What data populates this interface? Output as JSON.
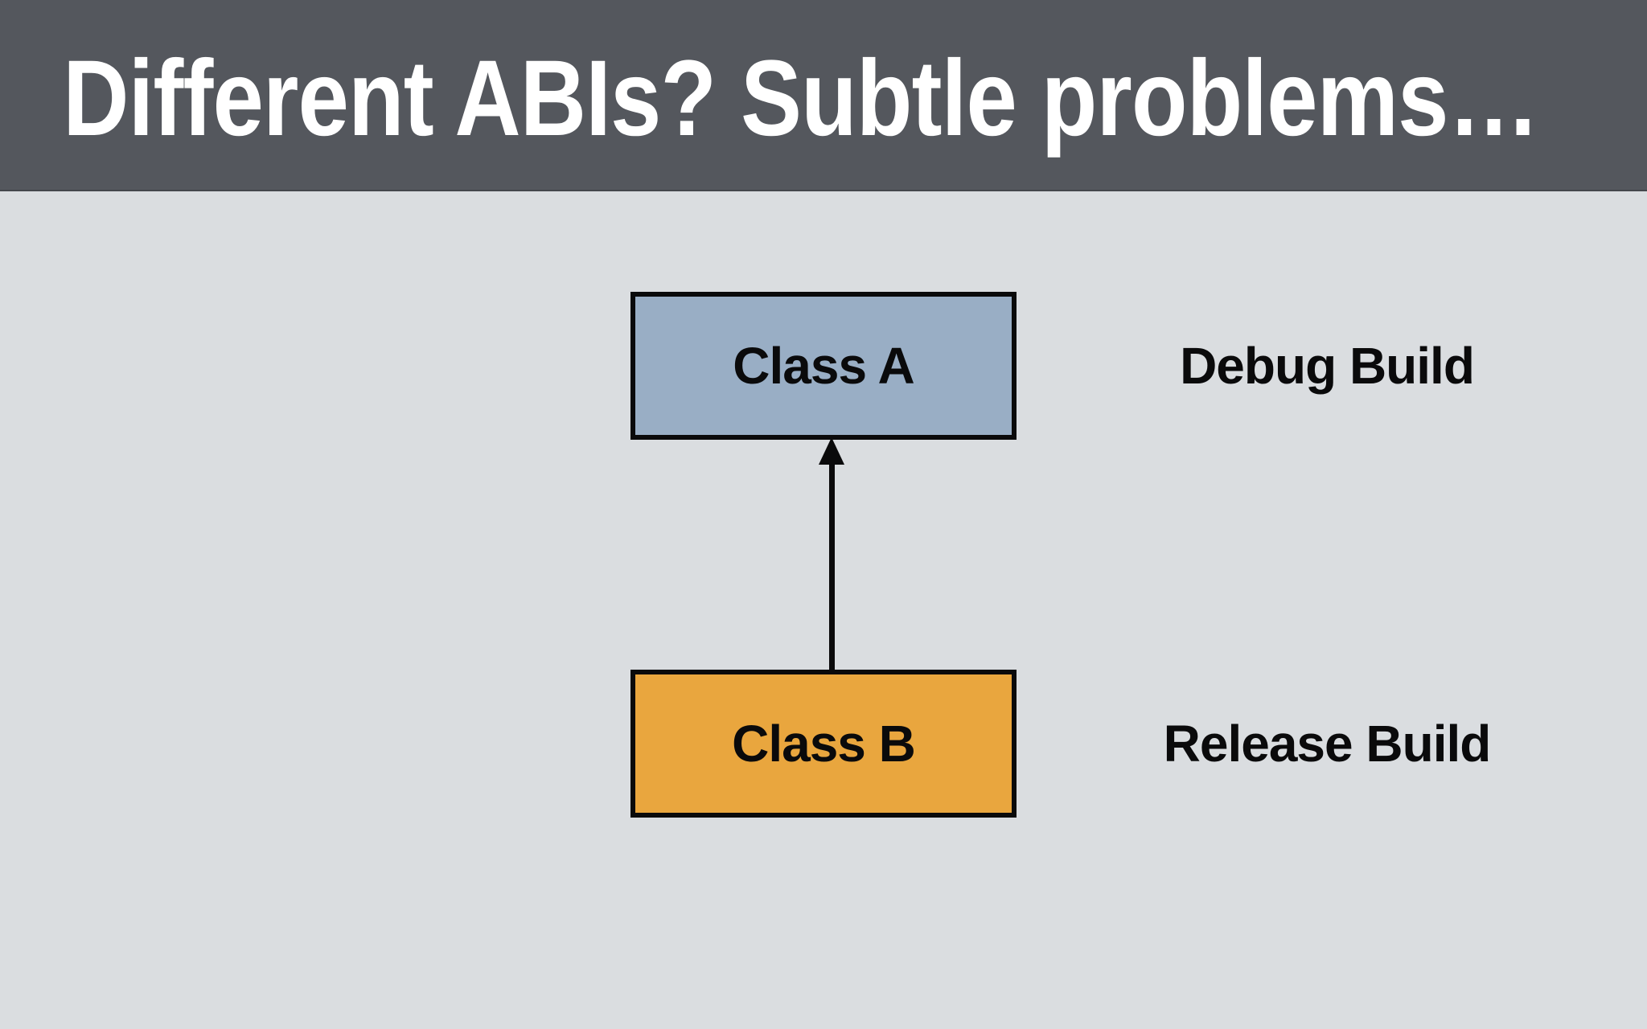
{
  "title": "Different ABIs? Subtle problems…",
  "diagram": {
    "nodes": [
      {
        "id": "class-a",
        "label": "Class A",
        "fill": "#99aec5",
        "annotation": "Debug Build"
      },
      {
        "id": "class-b",
        "label": "Class B",
        "fill": "#e9a63e",
        "annotation": "Release Build"
      }
    ],
    "edge": {
      "from": "class-b",
      "to": "class-a",
      "type": "solid-arrow",
      "direction": "up",
      "color": "#0a0a0b"
    }
  },
  "colors": {
    "header_bg": "#54575d",
    "body_bg": "#dadde0",
    "title_text": "#ffffff",
    "node_border": "#0a0a0b",
    "label_text": "#0a0a0b"
  }
}
